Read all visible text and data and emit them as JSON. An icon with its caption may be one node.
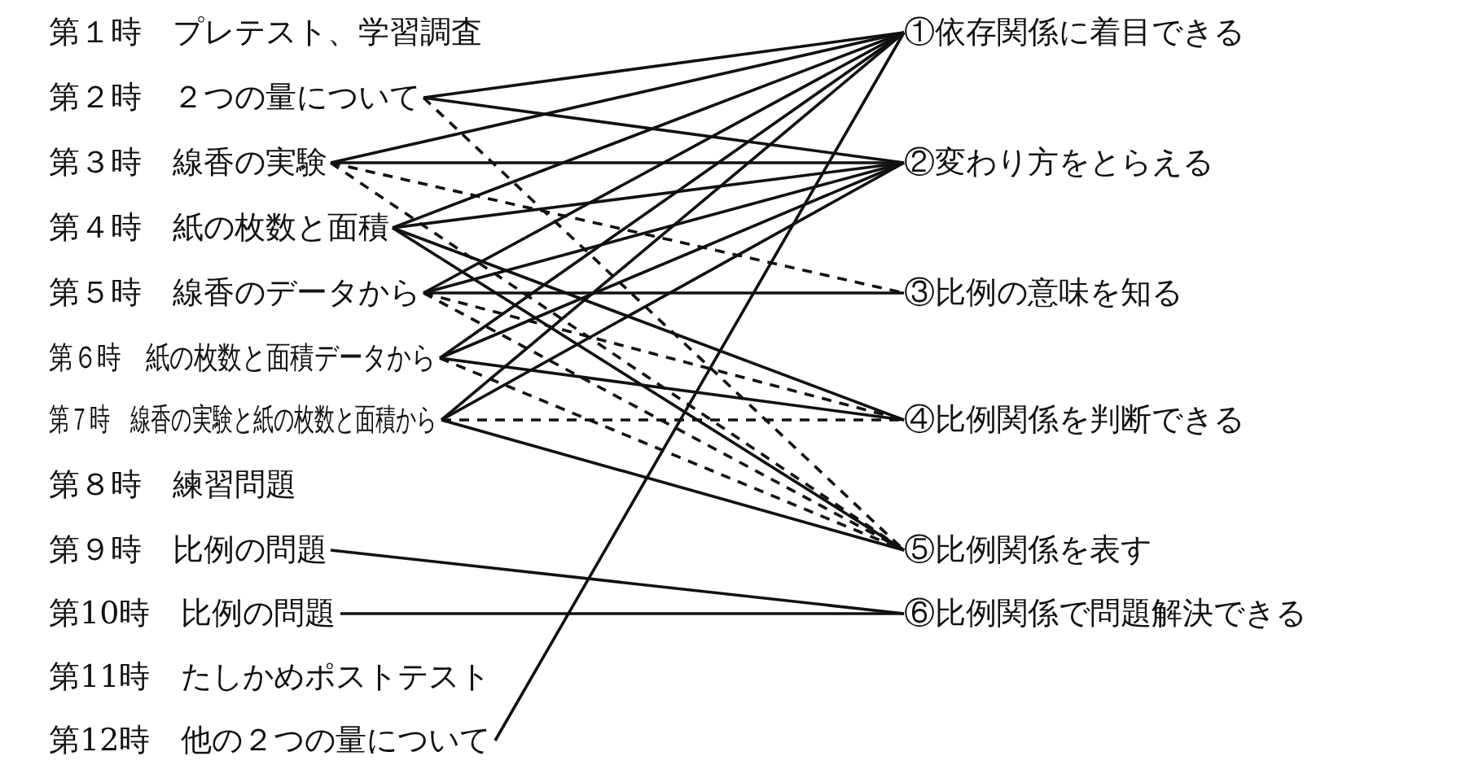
{
  "diagram": {
    "nodes": [
      {
        "text": [
          "第１時　プレテスト、学習調査"
        ]
      },
      {
        "text": [
          "第２時　２つの量について"
        ]
      },
      {
        "text": [
          "第３時　線香の実験"
        ]
      },
      {
        "text": [
          "第４時　紙の枚数と面積"
        ]
      },
      {
        "text": [
          "第５時　線香のデータから"
        ]
      },
      {
        "text": [
          "第６時　紙の枚数と面積データから"
        ]
      },
      {
        "text": [
          "第７時　線香の実験と紙の枚数と面積から"
        ]
      },
      {
        "text": [
          "第８時　練習問題"
        ]
      },
      {
        "text": [
          "第９時　比例の問題"
        ]
      },
      {
        "text": [
          "第10時　比例の問題"
        ]
      },
      {
        "text": [
          "第11時　たしかめポストテスト"
        ]
      },
      {
        "text": [
          "第12時　他の２つの量について"
        ]
      },
      {
        "text": [
          "①依存関係に着目できる"
        ]
      },
      {
        "text": [
          "②変わり方をとらえる"
        ]
      },
      {
        "text": [
          "③比例の意味を知る"
        ]
      },
      {
        "text": [
          "④比例関係を判断できる"
        ]
      },
      {
        "text": [
          "⑤比例関係を表す"
        ]
      },
      {
        "text": [
          "⑥比例関係で問題解決できる"
        ]
      }
    ],
    "edges": [
      {
        "from": 1,
        "to": 12,
        "arrow": "none"
      },
      {
        "from": 1,
        "to": 13,
        "arrow": "none"
      },
      {
        "from": 1,
        "to": 16,
        "arrow": "none",
        "style": "dashed"
      },
      {
        "from": 2,
        "to": 12,
        "arrow": "none"
      },
      {
        "from": 2,
        "to": 13,
        "arrow": "none"
      },
      {
        "from": 2,
        "to": 14,
        "arrow": "none",
        "style": "dashed"
      },
      {
        "from": 2,
        "to": 16,
        "arrow": "none",
        "style": "dashed"
      },
      {
        "from": 3,
        "to": 12,
        "arrow": "none"
      },
      {
        "from": 3,
        "to": 13,
        "arrow": "none"
      },
      {
        "from": 3,
        "to": 15,
        "arrow": "none"
      },
      {
        "from": 3,
        "to": 16,
        "arrow": "none"
      },
      {
        "from": 4,
        "to": 12,
        "arrow": "none"
      },
      {
        "from": 4,
        "to": 13,
        "arrow": "none"
      },
      {
        "from": 4,
        "to": 14,
        "arrow": "none"
      },
      {
        "from": 4,
        "to": 15,
        "arrow": "none",
        "style": "dashed"
      },
      {
        "from": 4,
        "to": 16,
        "arrow": "none",
        "style": "dashed"
      },
      {
        "from": 5,
        "to": 12,
        "arrow": "none"
      },
      {
        "from": 5,
        "to": 13,
        "arrow": "none"
      },
      {
        "from": 5,
        "to": 15,
        "arrow": "none"
      },
      {
        "from": 5,
        "to": 16,
        "arrow": "none",
        "style": "dashed"
      },
      {
        "from": 6,
        "to": 12,
        "arrow": "none"
      },
      {
        "from": 6,
        "to": 13,
        "arrow": "none"
      },
      {
        "from": 6,
        "to": 15,
        "arrow": "none",
        "style": "dashed"
      },
      {
        "from": 6,
        "to": 16,
        "arrow": "none"
      },
      {
        "from": 8,
        "to": 17,
        "arrow": "none"
      },
      {
        "from": 9,
        "to": 17,
        "arrow": "none"
      },
      {
        "from": 11,
        "to": 12,
        "arrow": "none"
      }
    ]
  }
}
